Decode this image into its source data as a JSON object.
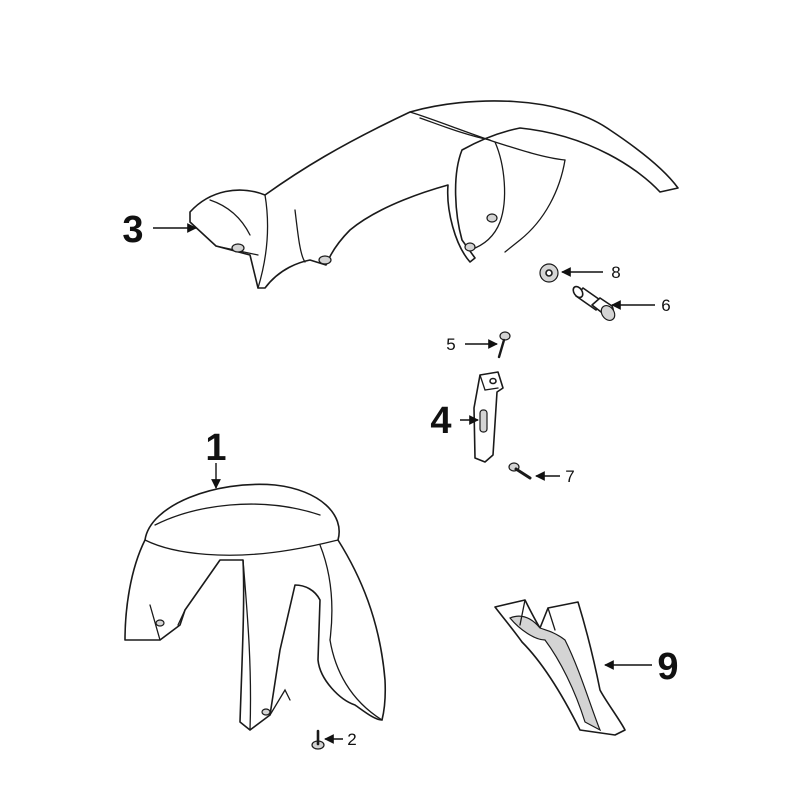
{
  "callouts": [
    {
      "id": "1",
      "text": "1"
    },
    {
      "id": "2",
      "text": "2"
    },
    {
      "id": "3",
      "text": "3"
    },
    {
      "id": "4",
      "text": "4"
    },
    {
      "id": "5",
      "text": "5"
    },
    {
      "id": "6",
      "text": "6"
    },
    {
      "id": "7",
      "text": "7"
    },
    {
      "id": "8",
      "text": "8"
    },
    {
      "id": "9",
      "text": "9"
    }
  ],
  "colors": {
    "line": "#1a1a1a",
    "shade": "#d4d4d4",
    "background": "#ffffff"
  }
}
